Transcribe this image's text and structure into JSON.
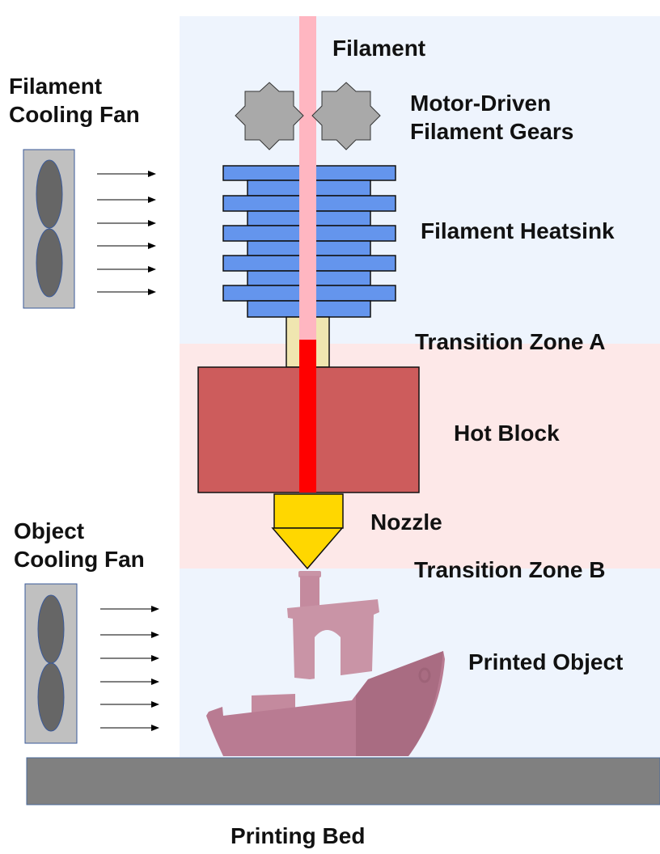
{
  "labels": {
    "filament": "Filament",
    "gears_line1": "Motor-Driven",
    "gears_line2": "Filament Gears",
    "heatsink": "Filament Heatsink",
    "transition_a": "Transition Zone A",
    "hot_block": "Hot Block",
    "nozzle": "Nozzle",
    "transition_b": "Transition Zone B",
    "printed_object": "Printed Object",
    "printing_bed": "Printing Bed",
    "filament_fan_line1": "Filament",
    "filament_fan_line2": "Cooling Fan",
    "object_fan_line1": "Object",
    "object_fan_line2": "Cooling Fan"
  },
  "colors": {
    "cool_zone": "#eef4fd",
    "hot_zone": "#fde8e8",
    "filament_cold": "#ffb6c1",
    "filament_hot": "#ff0000",
    "gear": "#a9a9a9",
    "heatsink": "#6495ed",
    "tube": "#f0e6b0",
    "hot_block": "#cd5c5c",
    "nozzle": "#ffd700",
    "fan": "#c0c0c0",
    "fan_blade": "#666666",
    "bed": "#808080",
    "object": "#c48a9e"
  }
}
